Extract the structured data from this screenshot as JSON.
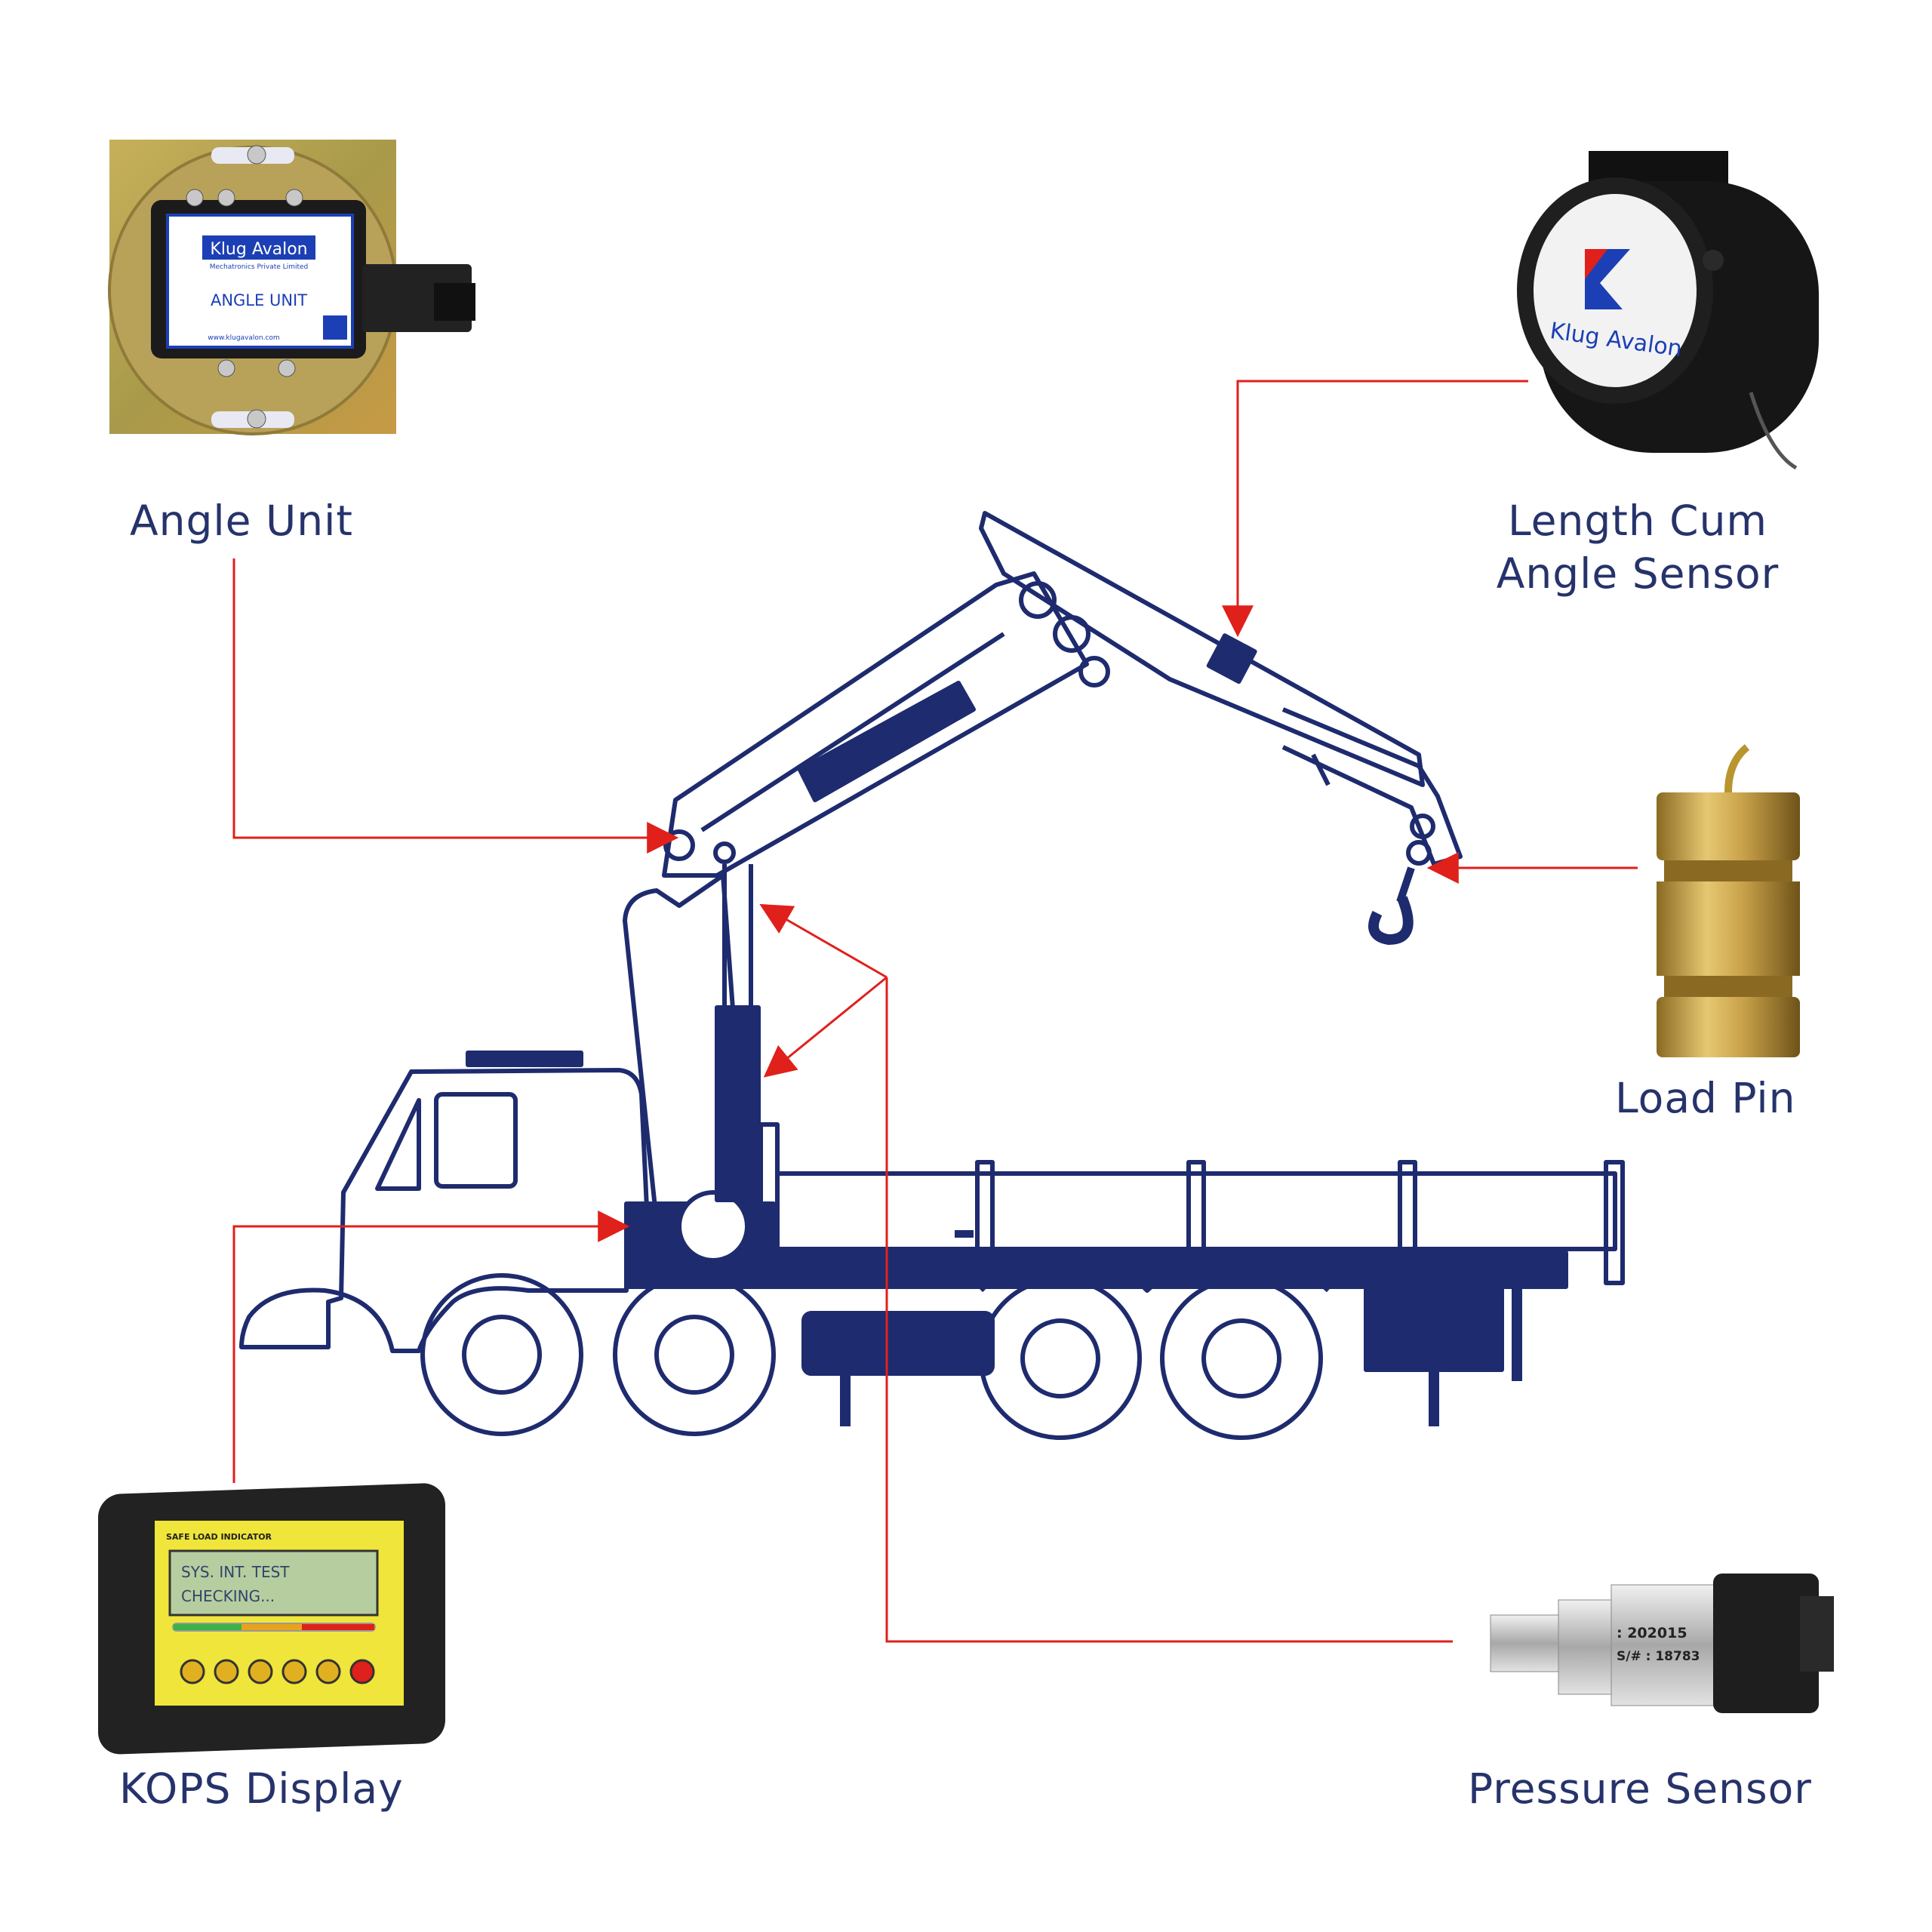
{
  "labels": {
    "angle_unit": "Angle Unit",
    "length_angle_line1": "Length Cum",
    "length_angle_line2": "Angle Sensor",
    "load_pin": "Load Pin",
    "kops_display": "KOPS Display",
    "pressure_sensor": "Pressure Sensor"
  },
  "angle_unit_device": {
    "brand": "Klug Avalon",
    "subtitle": "Mechatronics Private Limited",
    "name": "ANGLE UNIT",
    "url": "www.klugavalon.com"
  },
  "length_sensor_device": {
    "brand": "Klug Avalon"
  },
  "kops_device": {
    "panel_title": "SAFE LOAD INDICATOR",
    "lcd_line1": "SYS. INT. TEST",
    "lcd_line2": "CHECKING..."
  },
  "pressure_device": {
    "code": ": 202015",
    "serial": "S/# : 18783"
  },
  "colors": {
    "truck": "#1e2b6e",
    "callout": "#e0201b",
    "label": "#26336b",
    "brass": "#c9a24a"
  }
}
